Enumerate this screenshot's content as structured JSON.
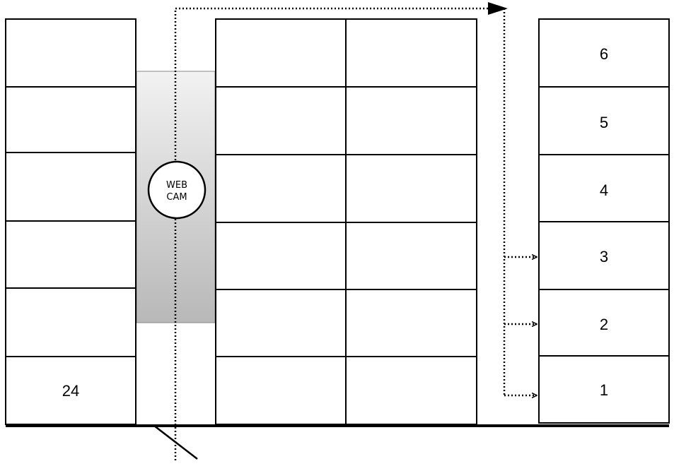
{
  "diagram": {
    "left_column": {
      "labels": [
        "",
        "",
        "",
        "",
        "",
        "24"
      ]
    },
    "right_column": {
      "labels": [
        "6",
        "5",
        "4",
        "3",
        "2",
        "1"
      ]
    },
    "webcam": {
      "line1": "WEB",
      "line2": "CAM"
    }
  }
}
